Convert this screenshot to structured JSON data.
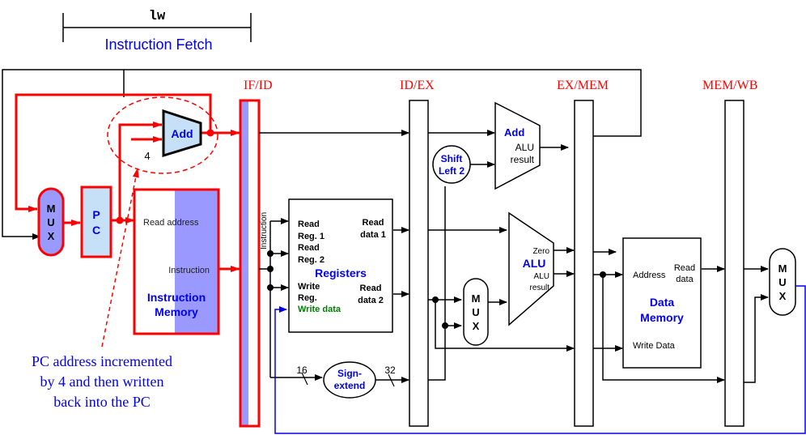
{
  "header": {
    "instruction": "lw",
    "stage": "Instruction Fetch"
  },
  "pipeline_registers": {
    "if_id": "IF/ID",
    "id_ex": "ID/EX",
    "ex_mem": "EX/MEM",
    "mem_wb": "MEM/WB"
  },
  "components": {
    "pc_mux": {
      "letters": [
        "M",
        "U",
        "X"
      ]
    },
    "pc": {
      "letters": [
        "P",
        "C"
      ]
    },
    "pc_adder": {
      "label": "Add",
      "constant": "4"
    },
    "instruction_memory": {
      "read_address": "Read address",
      "instruction_out": "Instruction",
      "title_line1": "Instruction",
      "title_line2": "Memory"
    },
    "instruction_bus_label": "Instruction",
    "registers": {
      "read_reg1_a": "Read",
      "read_reg1_b": "Reg. 1",
      "read_reg2_a": "Read",
      "read_reg2_b": "Reg. 2",
      "title": "Registers",
      "write_reg_a": "Write",
      "write_reg_b": "Reg.",
      "write_data": "Write data",
      "read_data1_a": "Read",
      "read_data1_b": "data 1",
      "read_data2_a": "Read",
      "read_data2_b": "data 2"
    },
    "sign_extend": {
      "line1": "Sign-",
      "line2": "extend",
      "in_bits": "16",
      "out_bits": "32"
    },
    "shift_left": {
      "line1": "Shift",
      "line2": "Left 2"
    },
    "branch_adder": {
      "title": "Add",
      "line1": "ALU",
      "line2": "result"
    },
    "alu_mux": {
      "letters": [
        "M",
        "U",
        "X"
      ]
    },
    "alu": {
      "zero": "Zero",
      "title": "ALU",
      "result1": "ALU",
      "result2": "result"
    },
    "data_memory": {
      "address": "Address",
      "read_data1": "Read",
      "read_data2": "data",
      "title_line1": "Data",
      "title_line2": "Memory",
      "write_data": "Write Data"
    },
    "wb_mux": {
      "letters": [
        "M",
        "U",
        "X"
      ]
    }
  },
  "annotation": {
    "line1": "PC address incremented",
    "line2": "by 4 and then written",
    "line3": "back into the PC"
  },
  "colors": {
    "active": "#ff0000",
    "label_blue": "#0000ee",
    "write_data_green": "#008000",
    "light_blue_fill": "#c6e0f8",
    "lavender_fill": "#9999ff",
    "wire": "#000000"
  }
}
